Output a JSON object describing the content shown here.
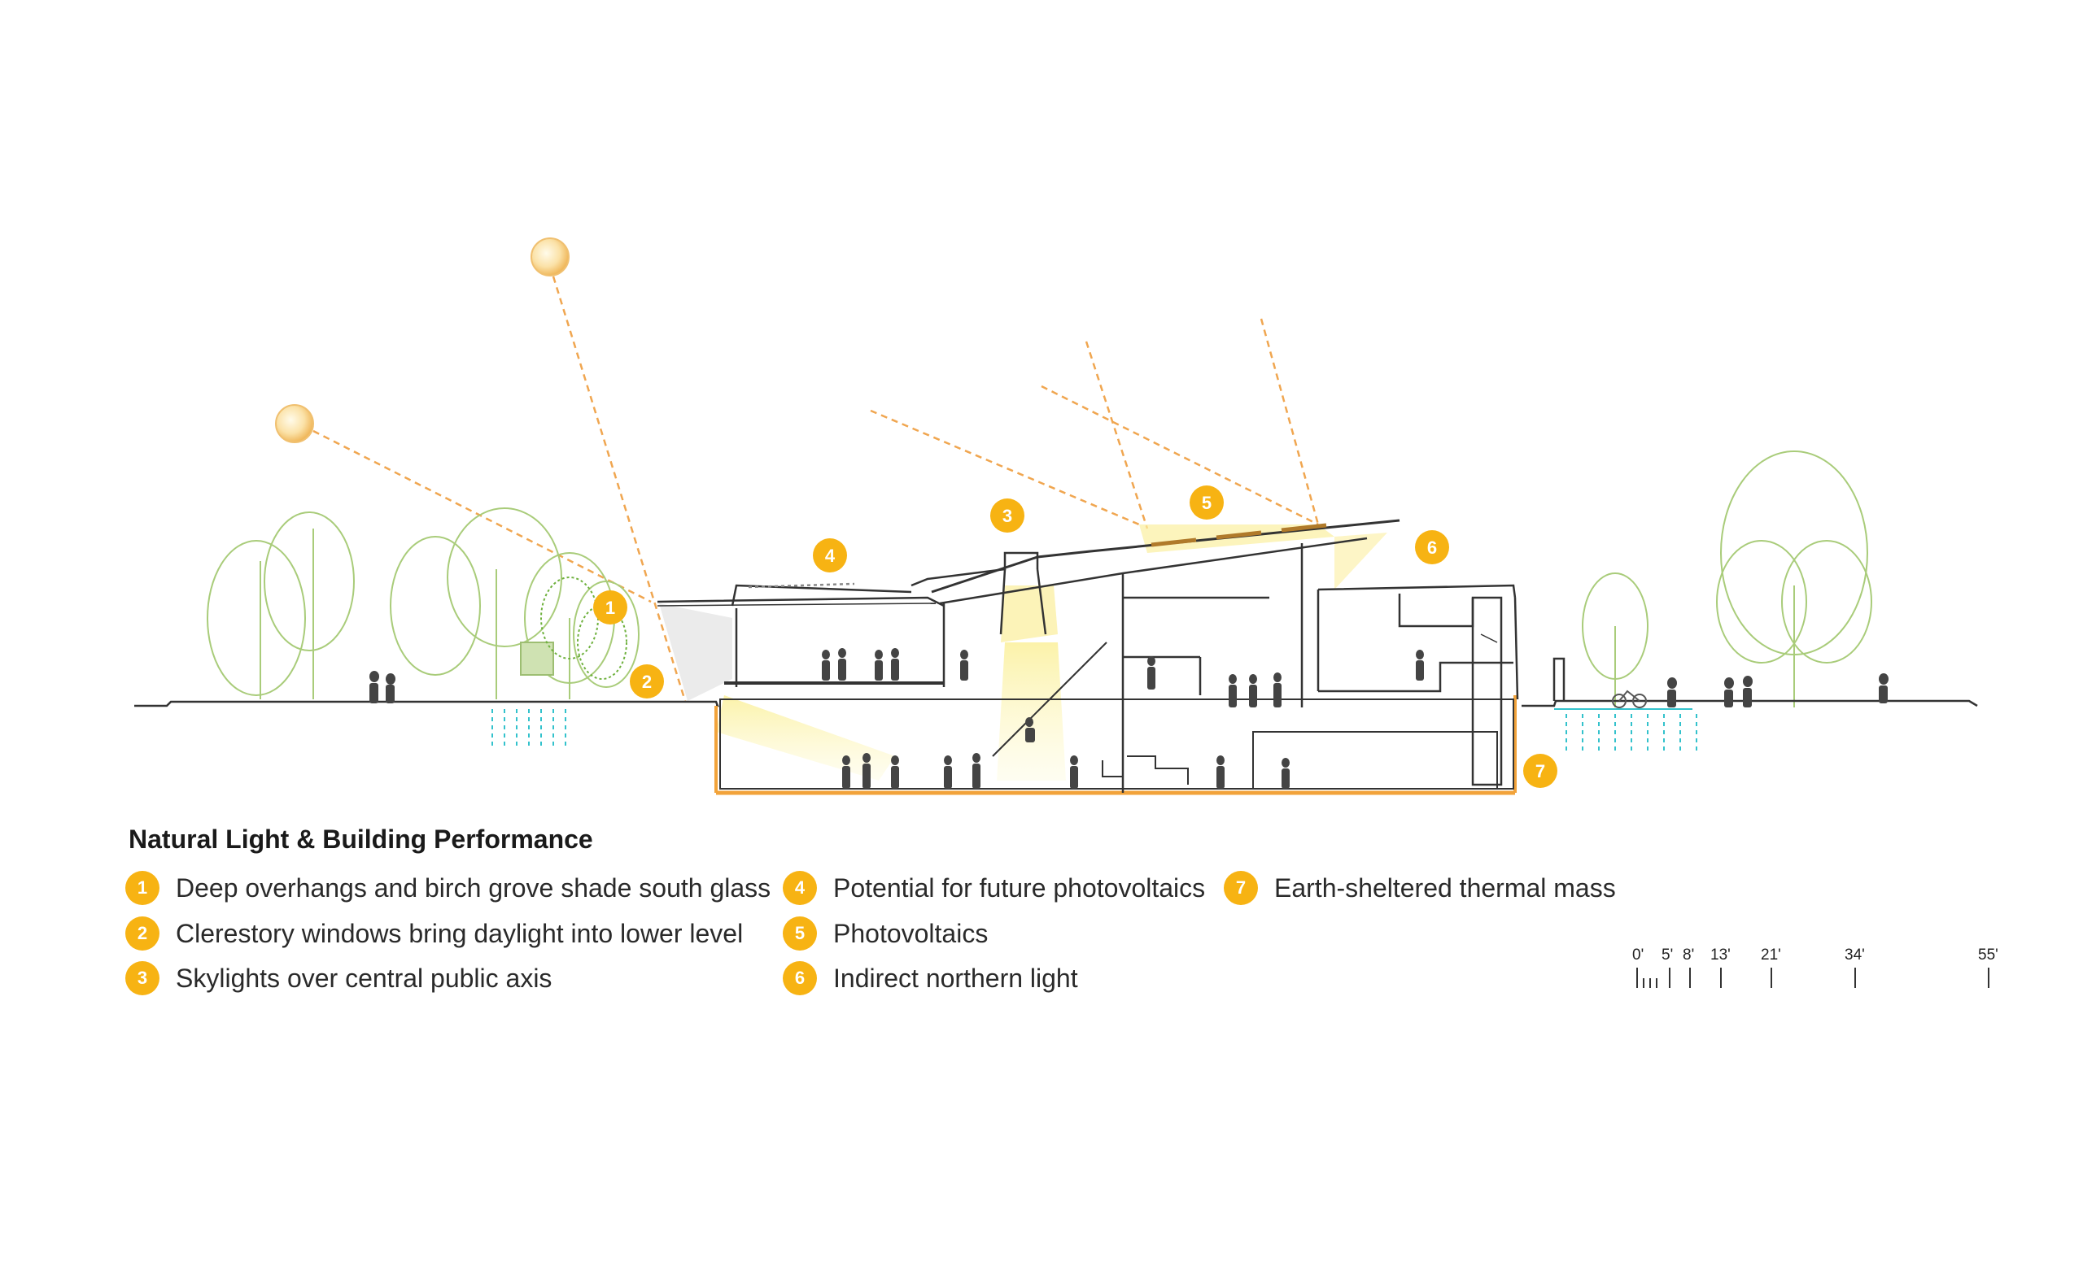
{
  "legend": {
    "title": "Natural Light & Building Performance",
    "items": [
      {
        "num": "1",
        "text": "Deep overhangs and birch grove shade south glass"
      },
      {
        "num": "2",
        "text": "Clerestory windows bring daylight into lower level"
      },
      {
        "num": "3",
        "text": "Skylights over central public axis"
      },
      {
        "num": "4",
        "text": "Potential for future photovoltaics"
      },
      {
        "num": "5",
        "text": "Photovoltaics"
      },
      {
        "num": "6",
        "text": "Indirect northern light"
      },
      {
        "num": "7",
        "text": "Earth-sheltered thermal mass"
      }
    ]
  },
  "callouts": [
    "1",
    "2",
    "3",
    "4",
    "5",
    "6",
    "7"
  ],
  "scale_bar": {
    "labels": [
      "0'",
      "5'",
      "8'",
      "13'",
      "21'",
      "34'",
      "55'"
    ]
  },
  "colors": {
    "badge": "#F7B313",
    "sun_ray": "#F0A650",
    "light_wash": "#FBF3A8",
    "tree": "#A9CC7A",
    "water": "#33C2CC",
    "earth_line": "#F2A33A",
    "structure": "#333333"
  }
}
